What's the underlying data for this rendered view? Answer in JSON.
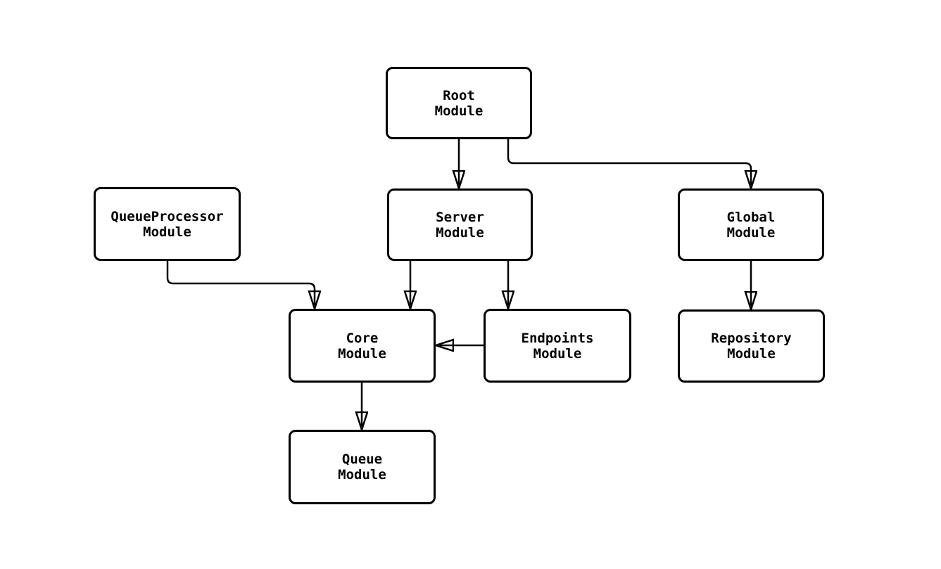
{
  "diagram": {
    "type": "flowchart",
    "direction": "top-down",
    "background_color": "#ffffff",
    "node_fill_color": "#ffffff",
    "node_border_color": "#000000",
    "edge_color": "#000000",
    "text_color": "#000000",
    "nodes": [
      {
        "id": "root",
        "label": "Root Module",
        "lines": [
          "Root",
          "Module"
        ]
      },
      {
        "id": "queueprocessor",
        "label": "QueueProcessor Module",
        "lines": [
          "QueueProcessor",
          "Module"
        ]
      },
      {
        "id": "server",
        "label": "Server Module",
        "lines": [
          "Server",
          "Module"
        ]
      },
      {
        "id": "global",
        "label": "Global Module",
        "lines": [
          "Global",
          "Module"
        ]
      },
      {
        "id": "core",
        "label": "Core Module",
        "lines": [
          "Core",
          "Module"
        ]
      },
      {
        "id": "endpoints",
        "label": "Endpoints Module",
        "lines": [
          "Endpoints",
          "Module"
        ]
      },
      {
        "id": "repository",
        "label": "Repository Module",
        "lines": [
          "Repository",
          "Module"
        ]
      },
      {
        "id": "queue",
        "label": "Queue Module",
        "lines": [
          "Queue",
          "Module"
        ]
      }
    ],
    "edges": [
      {
        "from": "root",
        "to": "server"
      },
      {
        "from": "root",
        "to": "global"
      },
      {
        "from": "queueprocessor",
        "to": "core"
      },
      {
        "from": "server",
        "to": "core"
      },
      {
        "from": "server",
        "to": "endpoints"
      },
      {
        "from": "endpoints",
        "to": "core"
      },
      {
        "from": "global",
        "to": "repository"
      },
      {
        "from": "core",
        "to": "queue"
      }
    ]
  }
}
